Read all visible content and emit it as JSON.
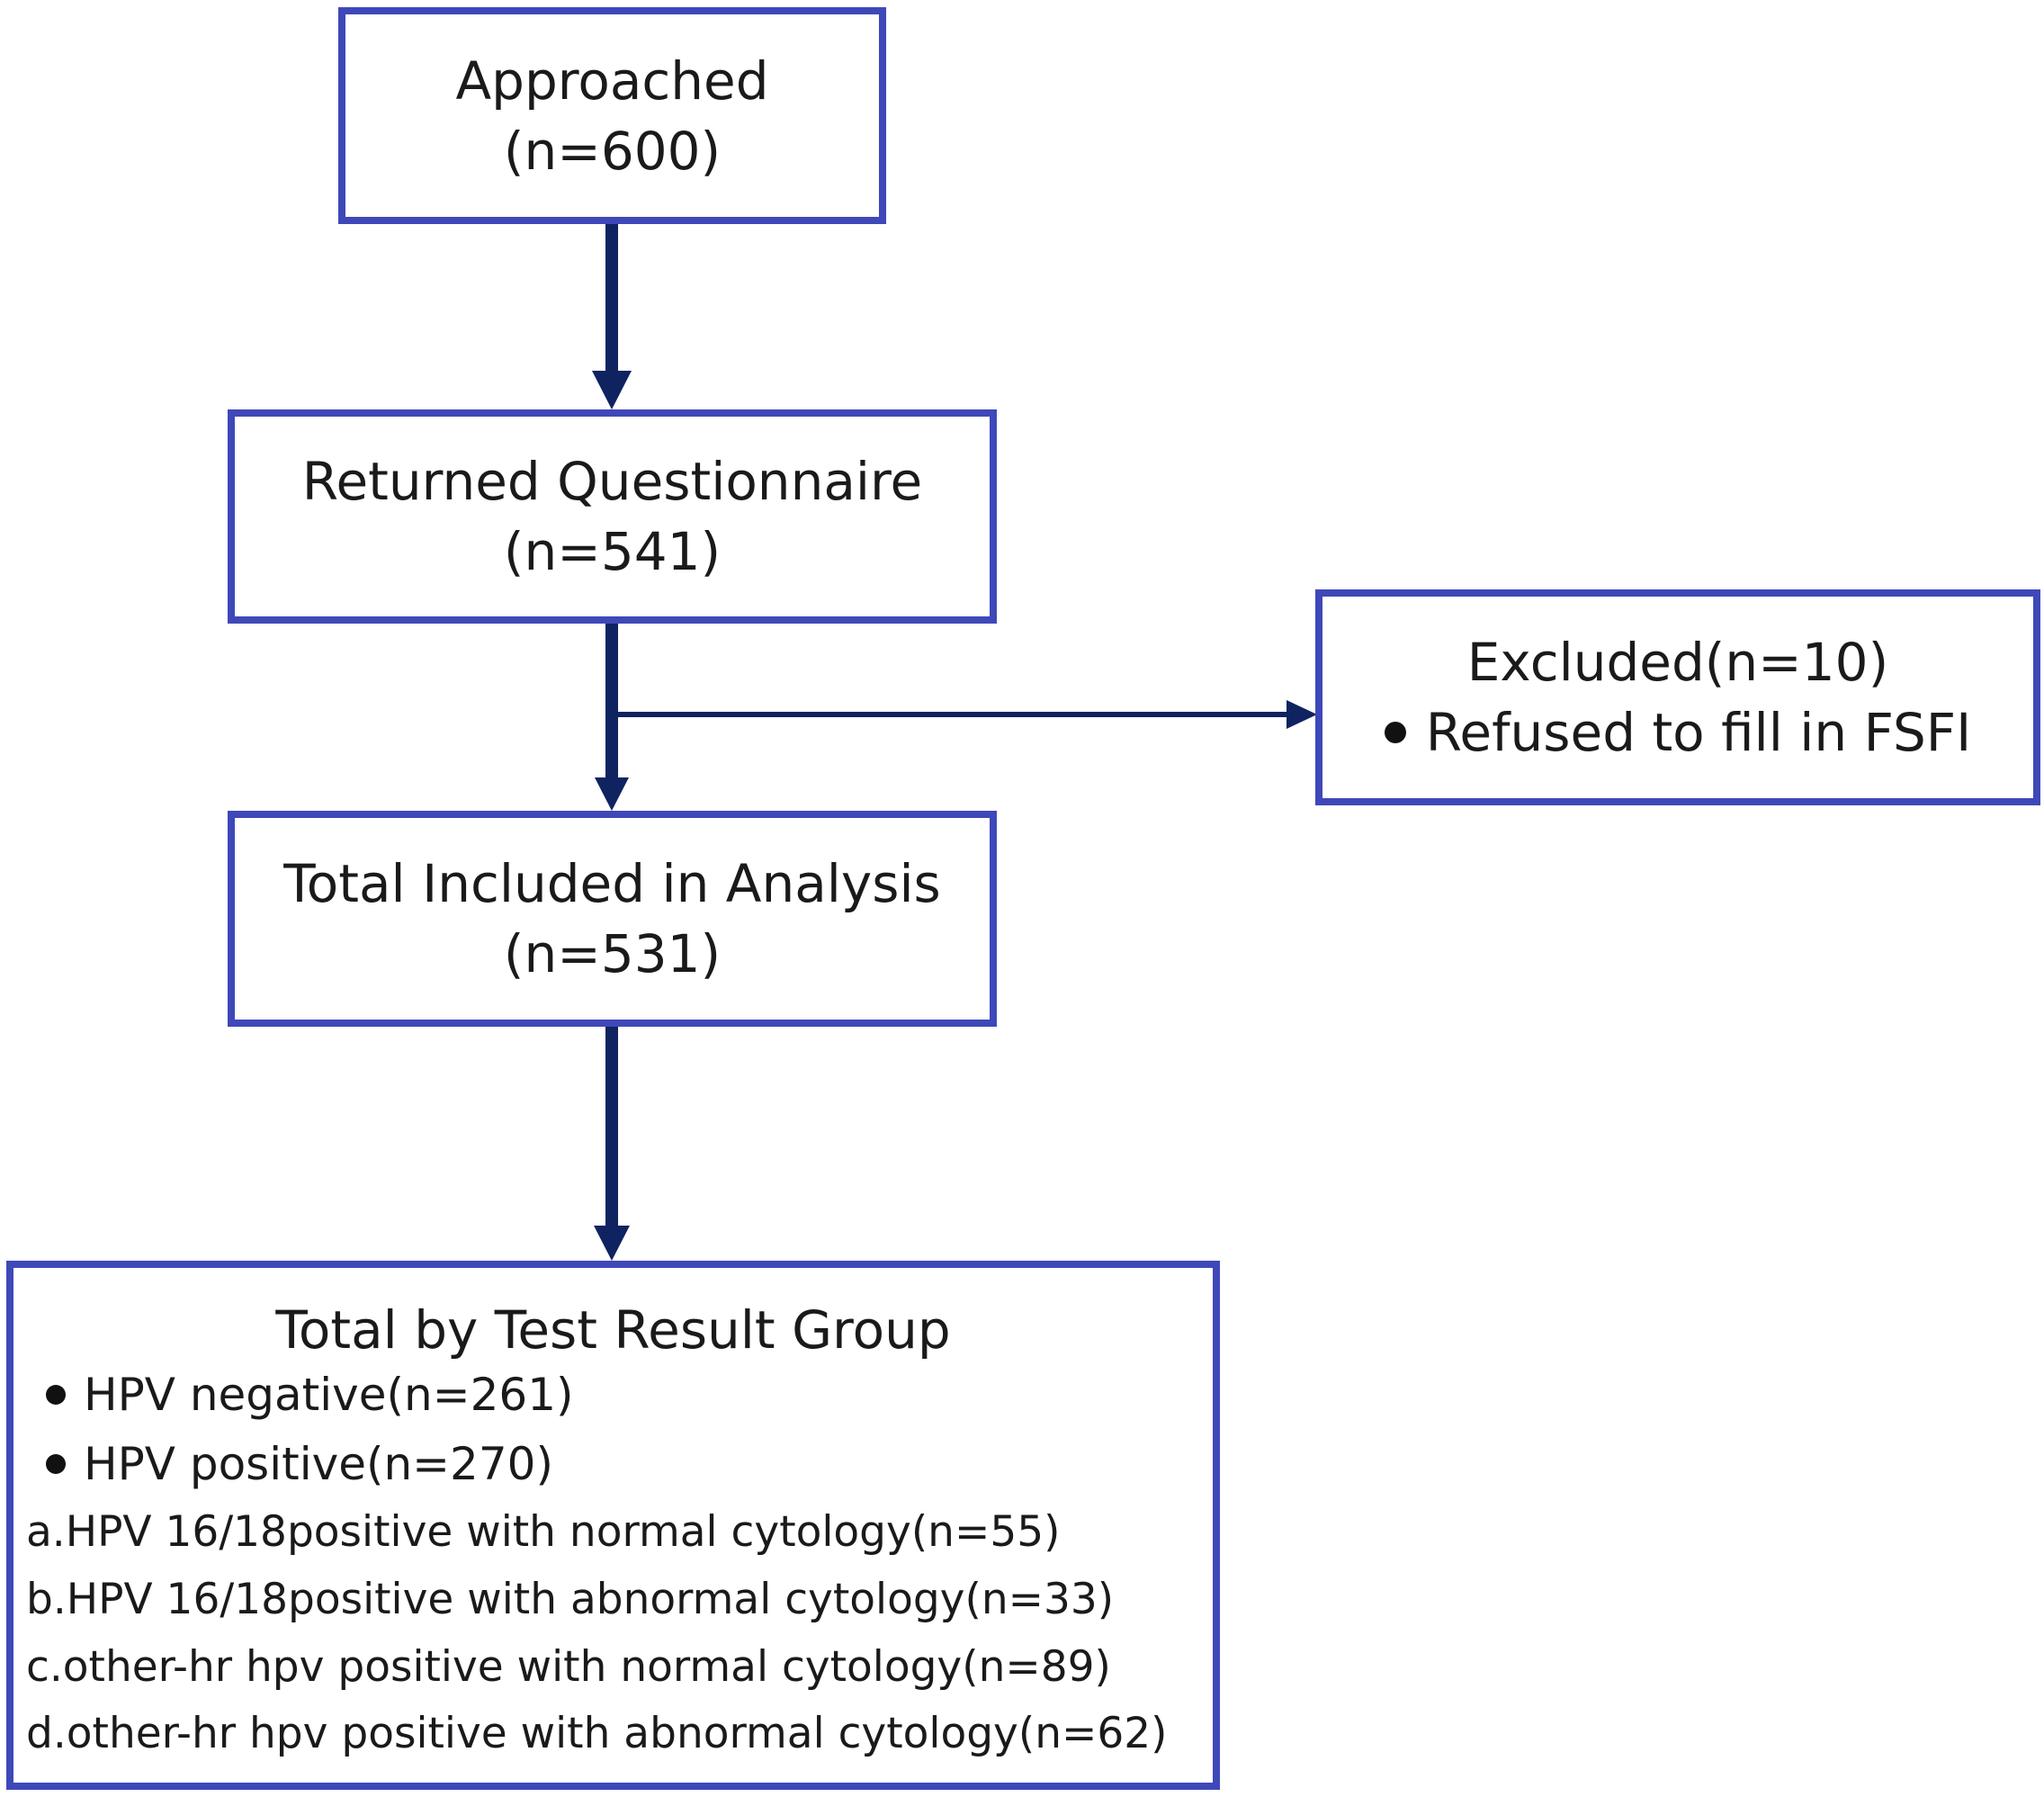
{
  "nodes": {
    "approached": {
      "label": "Approached",
      "count": "(n=600)"
    },
    "returned": {
      "label": "Returned Questionnaire",
      "count": "(n=541)"
    },
    "excluded": {
      "label": "Excluded(n=10)",
      "reasons": [
        "Refused to fill in FSFI"
      ]
    },
    "included": {
      "label": "Total Included in Analysis",
      "count": "(n=531)"
    },
    "groups": {
      "label": "Total by Test Result Group",
      "bullets": [
        "HPV negative(n=261)",
        "HPV positive(n=270)"
      ],
      "subgroups": [
        "a.HPV 16/18positive with normal cytology(n=55)",
        "b.HPV 16/18positive with abnormal cytology(n=33)",
        "c.other-hr hpv positive with normal cytology(n=89)",
        "d.other-hr hpv positive with abnormal cytology(n=62)"
      ]
    }
  },
  "colors": {
    "box_border": "#3f48b8",
    "arrow": "#0f2361",
    "text": "#1a1a1a"
  }
}
